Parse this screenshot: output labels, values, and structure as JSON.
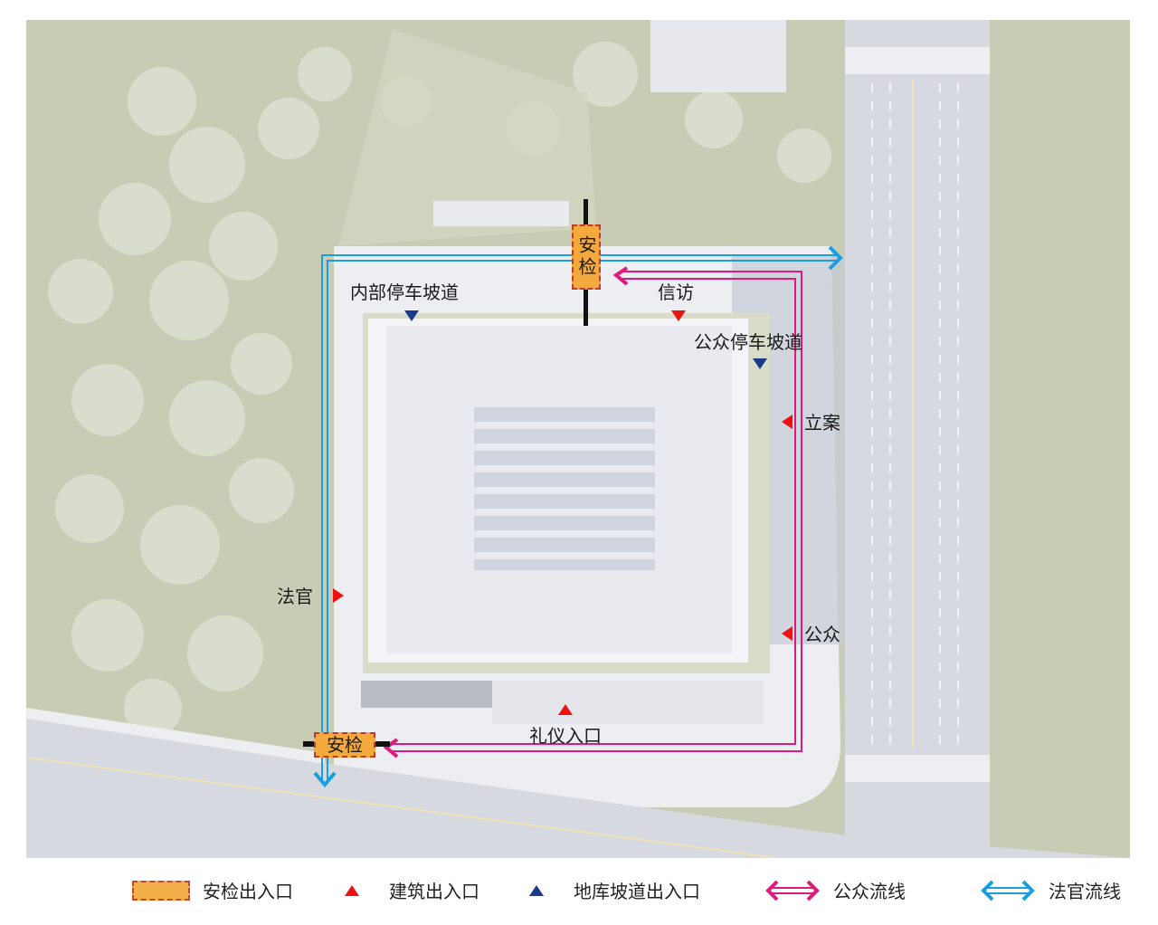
{
  "map": {
    "security_checks": [
      {
        "id": "north",
        "label": "安检",
        "orientation": "vertical"
      },
      {
        "id": "southwest",
        "label": "安检",
        "orientation": "horizontal"
      }
    ],
    "labels": {
      "internal_parking_ramp": "内部停车坡道",
      "petition": "信访",
      "public_parking_ramp": "公众停车坡道",
      "case_filing": "立案",
      "judge": "法官",
      "public": "公众",
      "ceremonial_entrance": "礼仪入口"
    },
    "colors": {
      "public_flow": "#e0197d",
      "judge_flow": "#1a9ee0",
      "building_entrance": "#ee1111",
      "ramp_entrance": "#1a3a8c",
      "security_fill": "#f3a93b",
      "security_border": "#c0392b",
      "greenery": "#c9ccb4",
      "road": "#d6d9e0",
      "plaza": "#eceef2"
    }
  },
  "legend": {
    "items": [
      {
        "symbol": "security-swatch",
        "label": "安检出入口"
      },
      {
        "symbol": "red-triangle",
        "label": "建筑出入口"
      },
      {
        "symbol": "blue-triangle",
        "label": "地库坡道出入口"
      },
      {
        "symbol": "magenta-double-arrow",
        "label": "公众流线"
      },
      {
        "symbol": "cyan-double-arrow",
        "label": "法官流线"
      }
    ]
  }
}
